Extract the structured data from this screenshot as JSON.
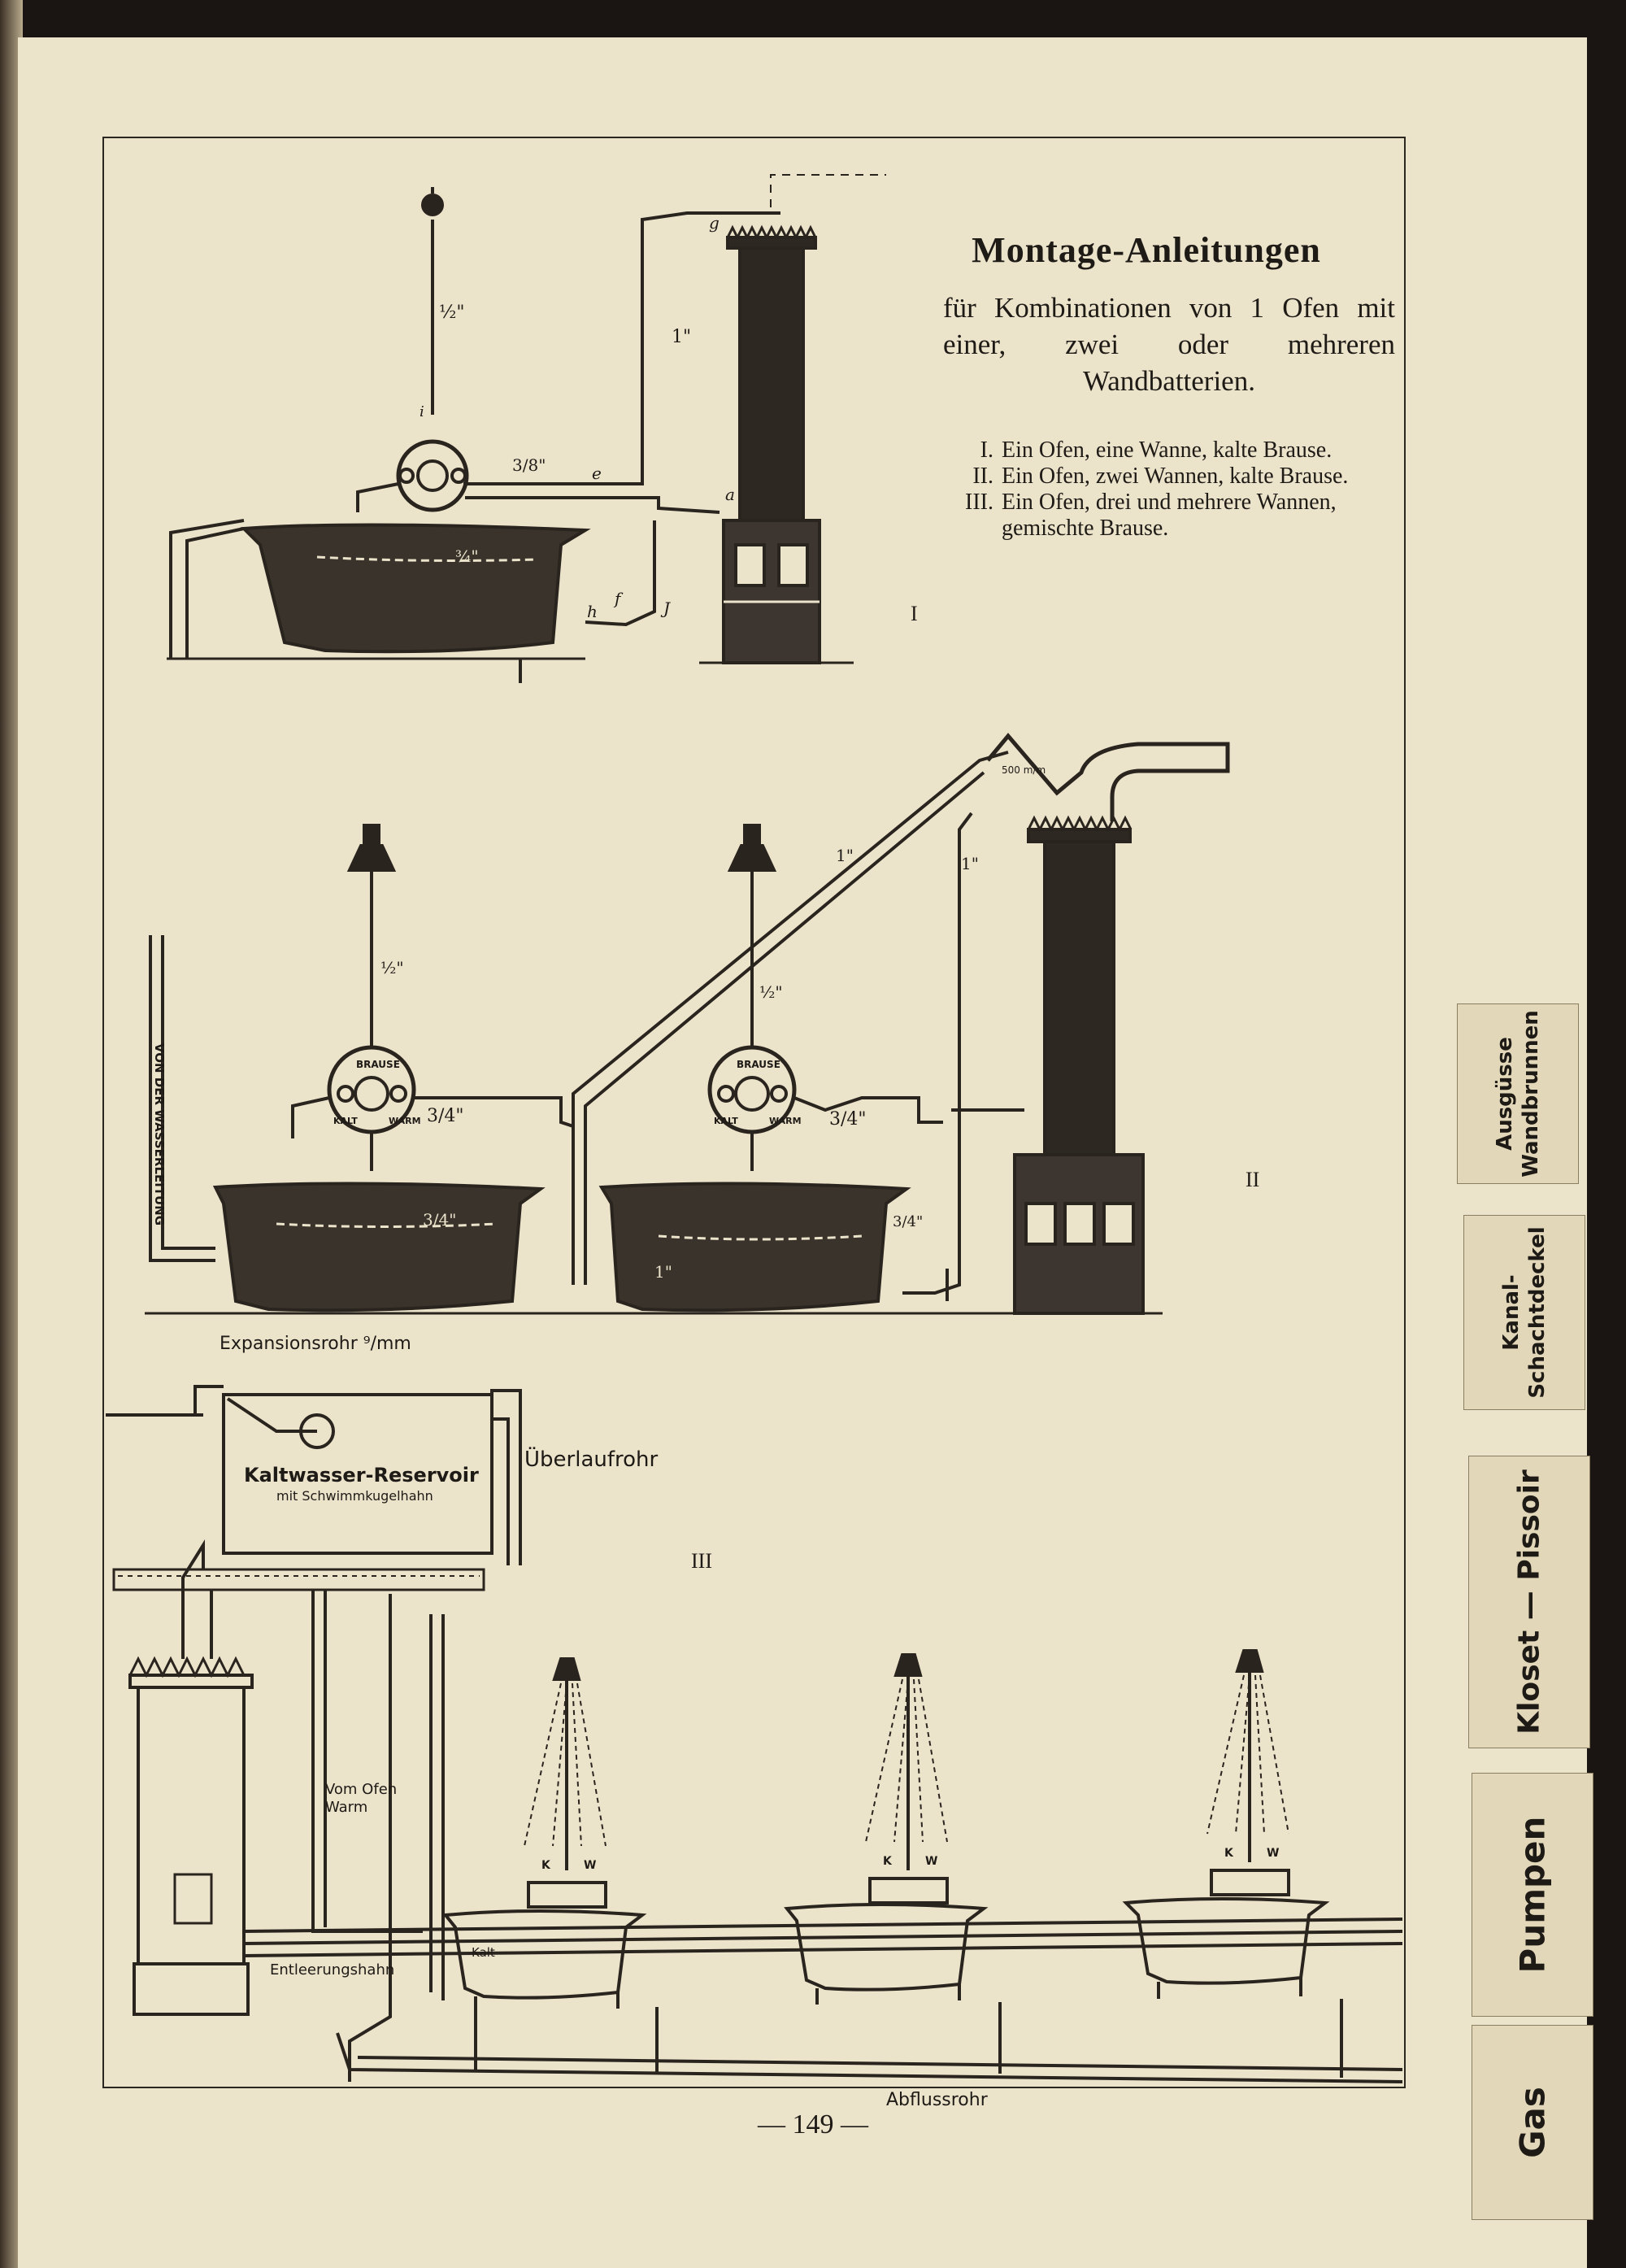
{
  "title": "Montage-Anleitungen",
  "subtitle": "für Kombinationen von 1 Ofen mit einer, zwei oder mehreren Wandbatterien.",
  "list": [
    {
      "num": "I.",
      "text": "Ein Ofen, eine Wanne, kalte Brause."
    },
    {
      "num": "II.",
      "text": "Ein Ofen, zwei Wannen, kalte Brause."
    },
    {
      "num": "III.",
      "text": "Ein Ofen, drei und mehrere Wannen, gemischte Brause."
    }
  ],
  "figure_numbers": {
    "fig1": "I",
    "fig2": "II",
    "fig3": "III"
  },
  "fig1_labels": {
    "inch_half": "½\"",
    "inch_one": "1\"",
    "inch_3_8": "3/8\"",
    "inch_3_4": "¾\"",
    "pipe_g": "g",
    "pipe_e": "e",
    "pipe_a": "a",
    "pipe_h": "h",
    "pipe_f": "f",
    "pipe_J": "J",
    "pipe_i": "i"
  },
  "fig2_labels": {
    "expansion": "Expansionsrohr ⁹/mm",
    "wasserleitung": "VON DER WASSERLEITUNG",
    "inch_half_a": "½\"",
    "inch_half_b": "½\"",
    "inch_3_4_a": "3/4\"",
    "inch_3_4_b": "3/4\"",
    "inch_3_4_c": "3/4\"",
    "inch_3_4_d": "3/4\"",
    "inch_one_a": "1\"",
    "inch_one_b": "1\"",
    "inch_one_c": "1\"",
    "mm": "500 m/m",
    "brause": "BRAUSE",
    "kalt": "KALT",
    "warm": "WARM"
  },
  "fig3_labels": {
    "reservoir": "Kaltwasser-Reservoir",
    "reservoir_sub": "mit Schwimmkugelhahn",
    "ueberlauf": "Überlaufrohr",
    "vom_ofen": "Vom Ofen\nWarm",
    "entleerung": "Entleerungshahn",
    "kalt": "Kalt",
    "abfluss": "Abflussrohr",
    "k": "K",
    "w": "W"
  },
  "page_number": "— 149 —",
  "tabs": [
    {
      "label": "Ausgüsse\nWandbrunnen"
    },
    {
      "label": "Kanal-\nSchachtdeckel"
    },
    {
      "label": "Kloset — Pissoir"
    },
    {
      "label": "Pumpen"
    },
    {
      "label": "Gas"
    }
  ],
  "colors": {
    "paper": "#ece3cb",
    "ink": "#1e1a16",
    "tab": "#e2d7b8"
  }
}
